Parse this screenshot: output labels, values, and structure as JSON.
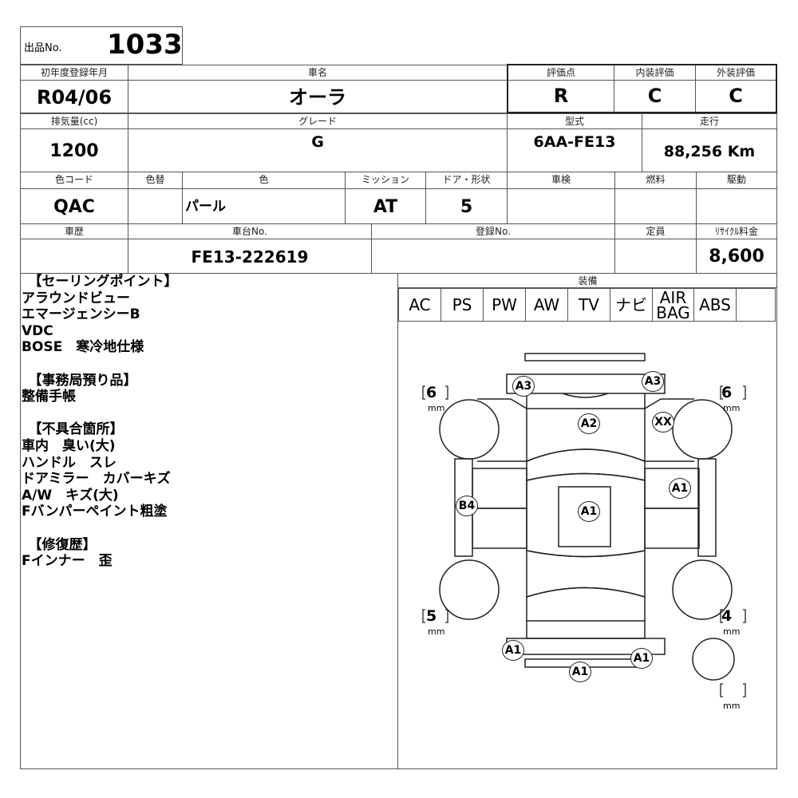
{
  "lot": {
    "label": "出品No.",
    "number": "1033"
  },
  "row1": {
    "reg_label": "初年度登録年月",
    "reg_value": "R04/06",
    "name_label": "車名",
    "name_value": "オーラ",
    "score_label": "評価点",
    "score_value": "R",
    "interior_label": "内装評価",
    "interior_value": "C",
    "exterior_label": "外装評価",
    "exterior_value": "C"
  },
  "row2": {
    "cc_label": "排気量(cc)",
    "cc_value": "1200",
    "grade_label": "グレード",
    "grade_value": "G",
    "model_label": "型式",
    "model_value": "6AA-FE13",
    "mileage_label": "走行",
    "mileage_value": "88,256 Km"
  },
  "row3": {
    "colorcode_label": "色コード",
    "colorcode_value": "QAC",
    "recolor_label": "色替",
    "recolor_value": "",
    "color_label": "色",
    "color_value": "パール",
    "mission_label": "ミッション",
    "mission_value": "AT",
    "door_label": "ドア・形状",
    "door_value": "5",
    "inspection_label": "車検",
    "inspection_value": "",
    "fuel_label": "燃料",
    "fuel_value": "",
    "drive_label": "駆動",
    "drive_value": ""
  },
  "row4": {
    "history_label": "車歴",
    "history_value": "",
    "chassis_label": "車台No.",
    "chassis_value": "FE13-222619",
    "regno_label": "登録No.",
    "regno_value": "",
    "capacity_label": "定員",
    "capacity_value": "",
    "recycle_label": "ﾘｻｲｸﾙ料金",
    "recycle_value": "8,600"
  },
  "notes": "　【セーリングポイント】\nアラウンドビュー\nエマージェンシーB\nVDC\nBOSE　寒冷地仕様\n\n　【事務局預り品】\n整備手帳\n\n　【不具合箇所】\n車内　臭い(大)\nハンドル　スレ\nドアミラー　カバーキズ\nA/W　キズ(大)\nFバンパーペイント粗塗\n\n　【修復歴】\nFインナー　歪",
  "equipment": {
    "label": "装備",
    "items": [
      "AC",
      "PS",
      "PW",
      "AW",
      "TV",
      "ナビ",
      "AIR\nBAG",
      "ABS",
      ""
    ]
  },
  "diagram": {
    "marks": [
      {
        "code": "A3",
        "part": "front-bumper-left"
      },
      {
        "code": "A3",
        "part": "front-bumper-right"
      },
      {
        "code": "A2",
        "part": "hood"
      },
      {
        "code": "XX",
        "part": "front-right-fender"
      },
      {
        "code": "A1",
        "part": "right-front-door"
      },
      {
        "code": "B4",
        "part": "left-front-door"
      },
      {
        "code": "A1",
        "part": "roof"
      },
      {
        "code": "A1",
        "part": "rear-bumper-left"
      },
      {
        "code": "A1",
        "part": "rear-bumper-right"
      },
      {
        "code": "A1",
        "part": "rear-bumper-center"
      }
    ],
    "tread": {
      "front_left": "6",
      "front_right": "6",
      "rear_left": "5",
      "rear_right": "4",
      "spare": "",
      "unit": "mm"
    }
  }
}
